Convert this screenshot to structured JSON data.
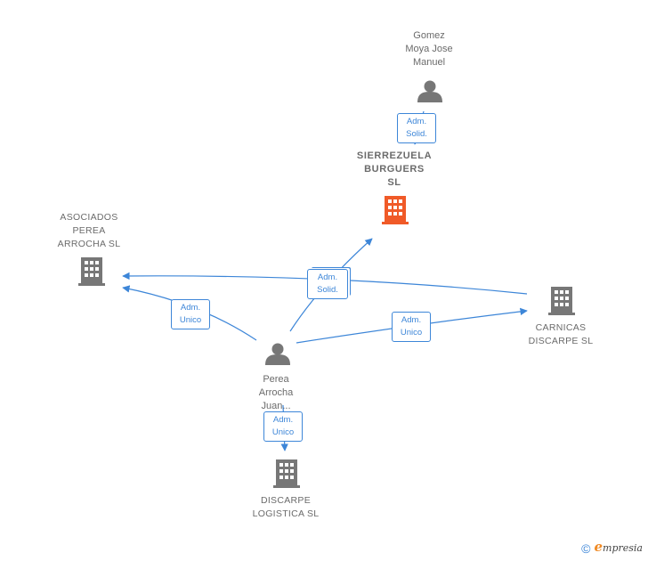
{
  "nodes": {
    "gomez": {
      "lines": [
        "Gomez",
        "Moya Jose",
        "Manuel"
      ]
    },
    "sierrezuela": {
      "lines": [
        "SIERREZUELA",
        "BURGUERS",
        "SL"
      ]
    },
    "asociados": {
      "lines": [
        "ASOCIADOS",
        "PEREA",
        "ARROCHA  SL"
      ]
    },
    "carnicas": {
      "lines": [
        "CARNICAS",
        "DISCARPE SL"
      ]
    },
    "perea": {
      "lines": [
        "Perea",
        "Arrocha",
        "Juan..."
      ]
    },
    "discarpe": {
      "lines": [
        "DISCARPE",
        "LOGISTICA  SL"
      ]
    }
  },
  "edges": {
    "gomez_sierrezuela": [
      "Adm.",
      "Solid."
    ],
    "perea_sierrezuela": [
      "Adm.",
      "Solid."
    ],
    "perea_asociados": [
      "Adm.",
      "Unico"
    ],
    "perea_carnicas": [
      "Adm.",
      "Unico"
    ],
    "perea_discarpe": [
      "Adm.",
      "Unico"
    ]
  },
  "colors": {
    "edge": "#3d86d8",
    "node": "#777777",
    "highlight": "#f05a28"
  },
  "footer": {
    "copyright": "©",
    "brand_initial": "e",
    "brand_rest": "mpresia"
  }
}
